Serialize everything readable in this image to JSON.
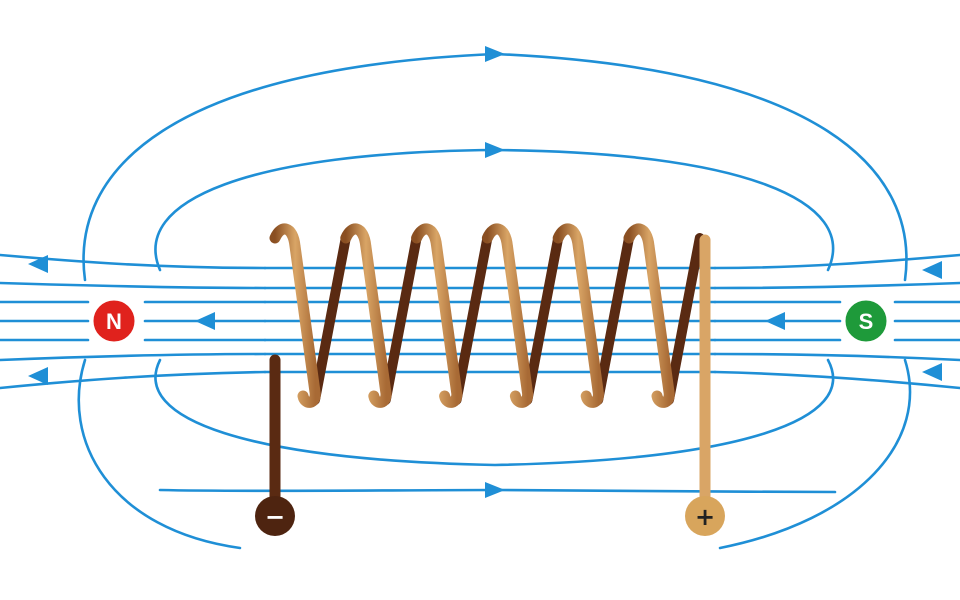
{
  "poles": {
    "north": {
      "label": "N",
      "color": "#e0221d"
    },
    "south": {
      "label": "S",
      "color": "#1e9a3a"
    }
  },
  "terminals": {
    "negative": {
      "label": "−",
      "color": "#4e2410"
    },
    "positive": {
      "label": "+",
      "color": "#d8a55c"
    }
  },
  "colors": {
    "field_line": "#1f8fd6",
    "coil_light": "#d9a566",
    "coil_dark": "#5a2a12"
  },
  "icons": {
    "north_pole": "north-pole-badge",
    "south_pole": "south-pole-badge",
    "negative_terminal": "minus-icon",
    "positive_terminal": "plus-icon",
    "field_arrow": "arrowhead-icon"
  }
}
